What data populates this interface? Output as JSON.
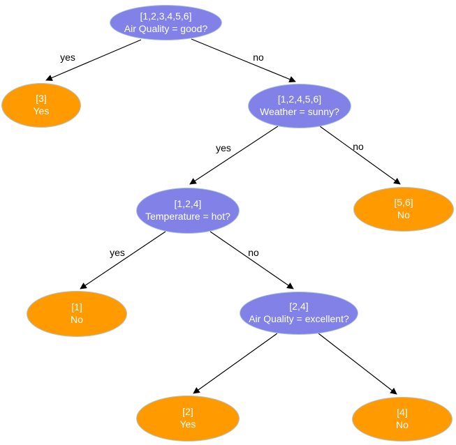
{
  "diagram": {
    "type": "decision-tree",
    "colors": {
      "background": "#ffffff",
      "decision_fill": "#8181e8",
      "leaf_fill": "#ff9a00",
      "node_stroke": "#aec7d4",
      "node_text": "#ffffff",
      "edge_color": "#000000",
      "edge_label_color": "#000000"
    },
    "nodes": [
      {
        "id": "root",
        "type": "decision",
        "line1": "[1,2,3,4,5,6]",
        "line2": "Air Quality = good?"
      },
      {
        "id": "leaf-3",
        "type": "leaf",
        "line1": "[3]",
        "line2": "Yes"
      },
      {
        "id": "weather",
        "type": "decision",
        "line1": "[1,2,4,5,6]",
        "line2": "Weather = sunny?"
      },
      {
        "id": "temperature",
        "type": "decision",
        "line1": "[1,2,4]",
        "line2": "Temperature = hot?"
      },
      {
        "id": "leaf-5-6",
        "type": "leaf",
        "line1": "[5,6]",
        "line2": "No"
      },
      {
        "id": "leaf-1",
        "type": "leaf",
        "line1": "[1]",
        "line2": "No"
      },
      {
        "id": "aq-excellent",
        "type": "decision",
        "line1": "[2,4]",
        "line2": "Air Quality = excellent?"
      },
      {
        "id": "leaf-2",
        "type": "leaf",
        "line1": "[2]",
        "line2": "Yes"
      },
      {
        "id": "leaf-4",
        "type": "leaf",
        "line1": "[4]",
        "line2": "No"
      }
    ],
    "edges": [
      {
        "from": "root",
        "to": "leaf-3",
        "label": "yes"
      },
      {
        "from": "root",
        "to": "weather",
        "label": "no"
      },
      {
        "from": "weather",
        "to": "temperature",
        "label": "yes"
      },
      {
        "from": "weather",
        "to": "leaf-5-6",
        "label": "no"
      },
      {
        "from": "temperature",
        "to": "leaf-1",
        "label": "yes"
      },
      {
        "from": "temperature",
        "to": "aq-excellent",
        "label": "no"
      },
      {
        "from": "aq-excellent",
        "to": "leaf-2",
        "label": ""
      },
      {
        "from": "aq-excellent",
        "to": "leaf-4",
        "label": ""
      }
    ]
  }
}
